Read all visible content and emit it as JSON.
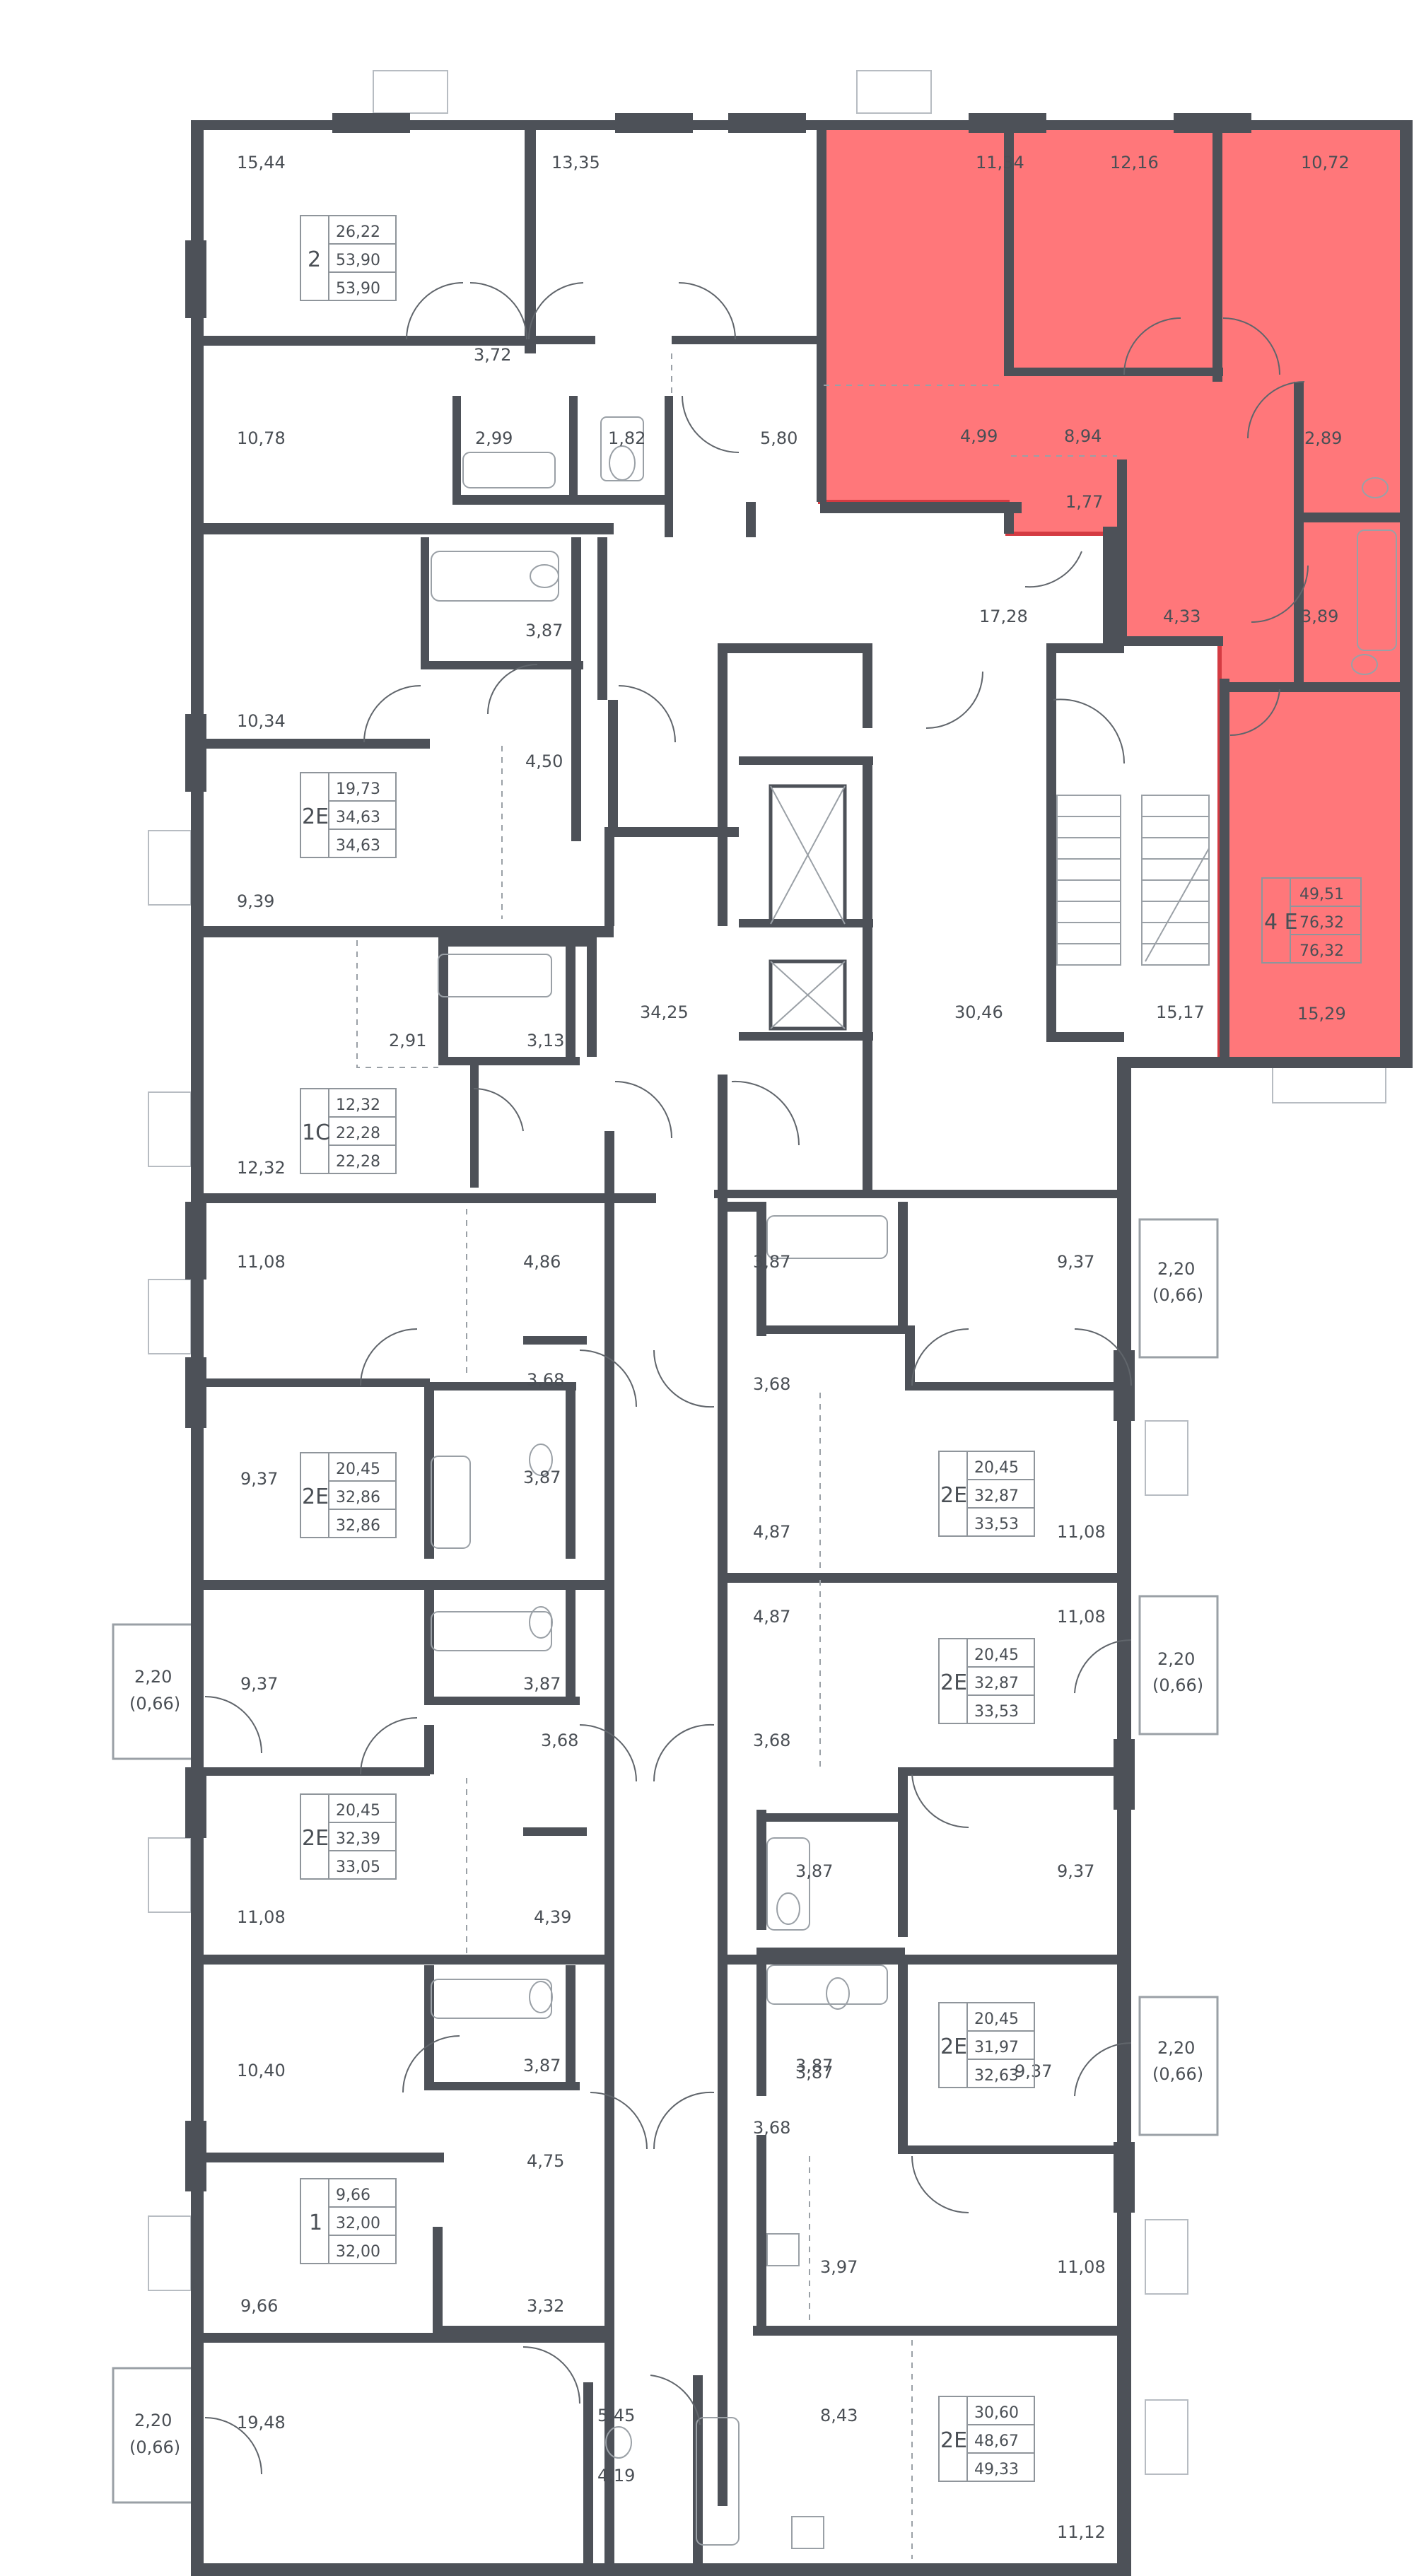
{
  "plan": {
    "highlight_color": "#ff5a5f",
    "room_areas": [
      "15,44",
      "13,35",
      "11,34",
      "12,16",
      "10,72",
      "3,72",
      "10,78",
      "2,99",
      "1,82",
      "5,80",
      "4,99",
      "8,94",
      "2,89",
      "1,77",
      "17,28",
      "4,33",
      "3,89",
      "3,87",
      "10,34",
      "4,50",
      "9,39",
      "34,25",
      "30,46",
      "15,17",
      "15,29",
      "2,91",
      "3,13",
      "12,32",
      "11,08",
      "4,86",
      "3,87",
      "9,37",
      "3,68",
      "3,68",
      "9,37",
      "3,87",
      "4,87",
      "11,08",
      "3,87",
      "4,87",
      "11,08",
      "9,37",
      "3,87",
      "3,68",
      "3,68",
      "11,08",
      "4,39",
      "3,87",
      "9,37",
      "10,40",
      "3,87",
      "3,87",
      "9,37",
      "4,75",
      "3,68",
      "9,66",
      "3,32",
      "3,97",
      "11,08",
      "19,48",
      "5,45",
      "8,43",
      "4,19",
      "11,12"
    ],
    "balconies": [
      {
        "area": "2,20",
        "extra": "(0,66)"
      },
      {
        "area": "2,20",
        "extra": "(0,66)"
      },
      {
        "area": "2,20",
        "extra": "(0,66)"
      },
      {
        "area": "2,20",
        "extra": "(0,66)"
      },
      {
        "area": "2,20",
        "extra": "(0,66)"
      }
    ],
    "apartments": [
      {
        "type": "2",
        "v": [
          "26,22",
          "53,90",
          "53,90"
        ]
      },
      {
        "type": "2E",
        "v": [
          "19,73",
          "34,63",
          "34,63"
        ]
      },
      {
        "type": "1C",
        "v": [
          "12,32",
          "22,28",
          "22,28"
        ]
      },
      {
        "type": "2E",
        "v": [
          "20,45",
          "32,86",
          "32,86"
        ]
      },
      {
        "type": "2E",
        "v": [
          "20,45",
          "32,39",
          "33,05"
        ]
      },
      {
        "type": "1",
        "v": [
          "9,66",
          "32,00",
          "32,00"
        ]
      },
      {
        "type": "4 E",
        "v": [
          "49,51",
          "76,32",
          "76,32"
        ]
      },
      {
        "type": "2E",
        "v": [
          "20,45",
          "32,87",
          "33,53"
        ]
      },
      {
        "type": "2E",
        "v": [
          "20,45",
          "32,87",
          "33,53"
        ]
      },
      {
        "type": "2E",
        "v": [
          "20,45",
          "31,97",
          "32,63"
        ]
      },
      {
        "type": "2E",
        "v": [
          "30,60",
          "48,67",
          "49,33"
        ]
      }
    ]
  }
}
